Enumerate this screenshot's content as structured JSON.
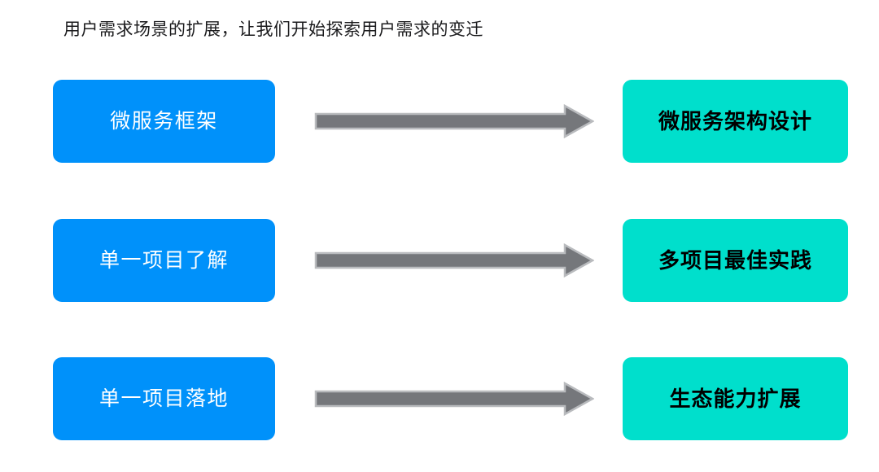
{
  "slide": {
    "title": "用户需求场景的扩展，让我们开始探索用户需求的变迁",
    "background_color": "#ffffff"
  },
  "theme": {
    "source_box_color": "#0091fa",
    "source_text_color": "#ffffff",
    "target_box_color": "#00dfcc",
    "target_text_color": "#000000",
    "arrow_fill_color": "#75777b",
    "arrow_outline_color": "#b9bbbe",
    "title_text_color": "#1b1b1d"
  },
  "rows": [
    {
      "source_label": "微服务框架",
      "arrow_icon": "right-block-arrow-icon",
      "target_label": "微服务架构设计"
    },
    {
      "source_label": "单一项目了解",
      "arrow_icon": "right-block-arrow-icon",
      "target_label": "多项目最佳实践"
    },
    {
      "source_label": "单一项目落地",
      "arrow_icon": "right-block-arrow-icon",
      "target_label": "生态能力扩展"
    }
  ]
}
